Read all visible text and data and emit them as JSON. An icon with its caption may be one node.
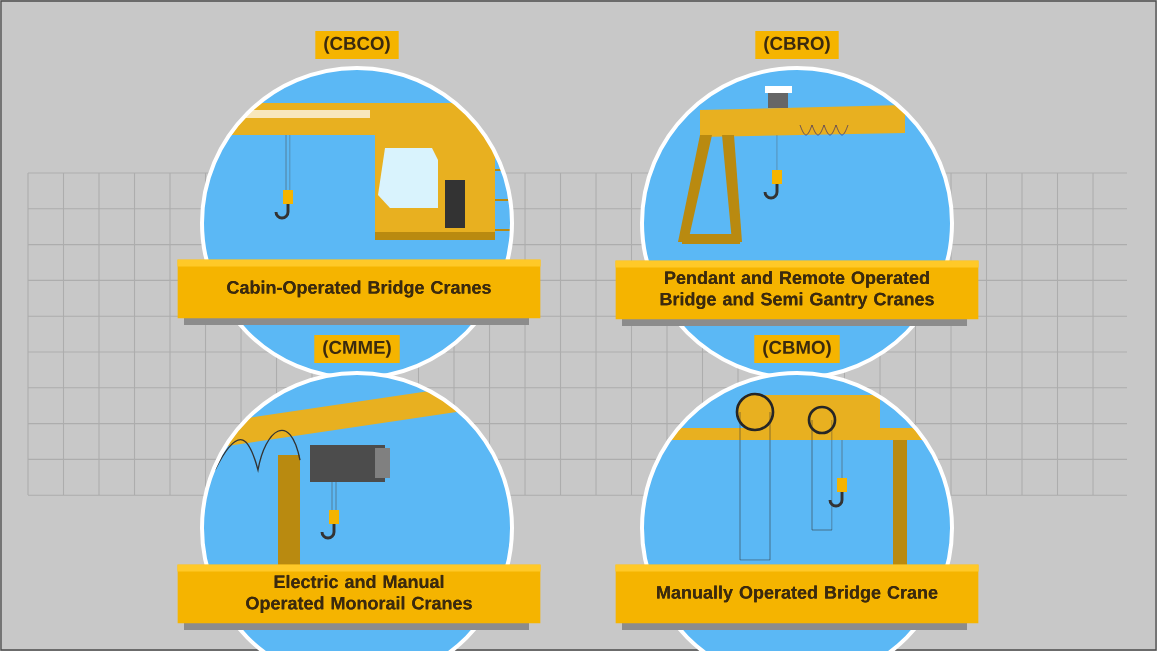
{
  "diagram": {
    "nodes": [
      {
        "text": [
          "(CBCO)"
        ]
      },
      {
        "text": [
          "(CBRO)"
        ]
      },
      {
        "text": [
          "Cabin-Operated Bridge Cranes"
        ]
      },
      {
        "text": [
          "Pendant and Remote Operated Bridge and Semi Gantry Cranes"
        ]
      },
      {
        "text": [
          "(CMME)"
        ]
      },
      {
        "text": [
          "(CBMO)"
        ]
      },
      {
        "text": [
          "Electric and Manual Operated Monorail Cranes"
        ]
      },
      {
        "text": [
          "Manually Operated Bridge Crane"
        ]
      }
    ]
  }
}
